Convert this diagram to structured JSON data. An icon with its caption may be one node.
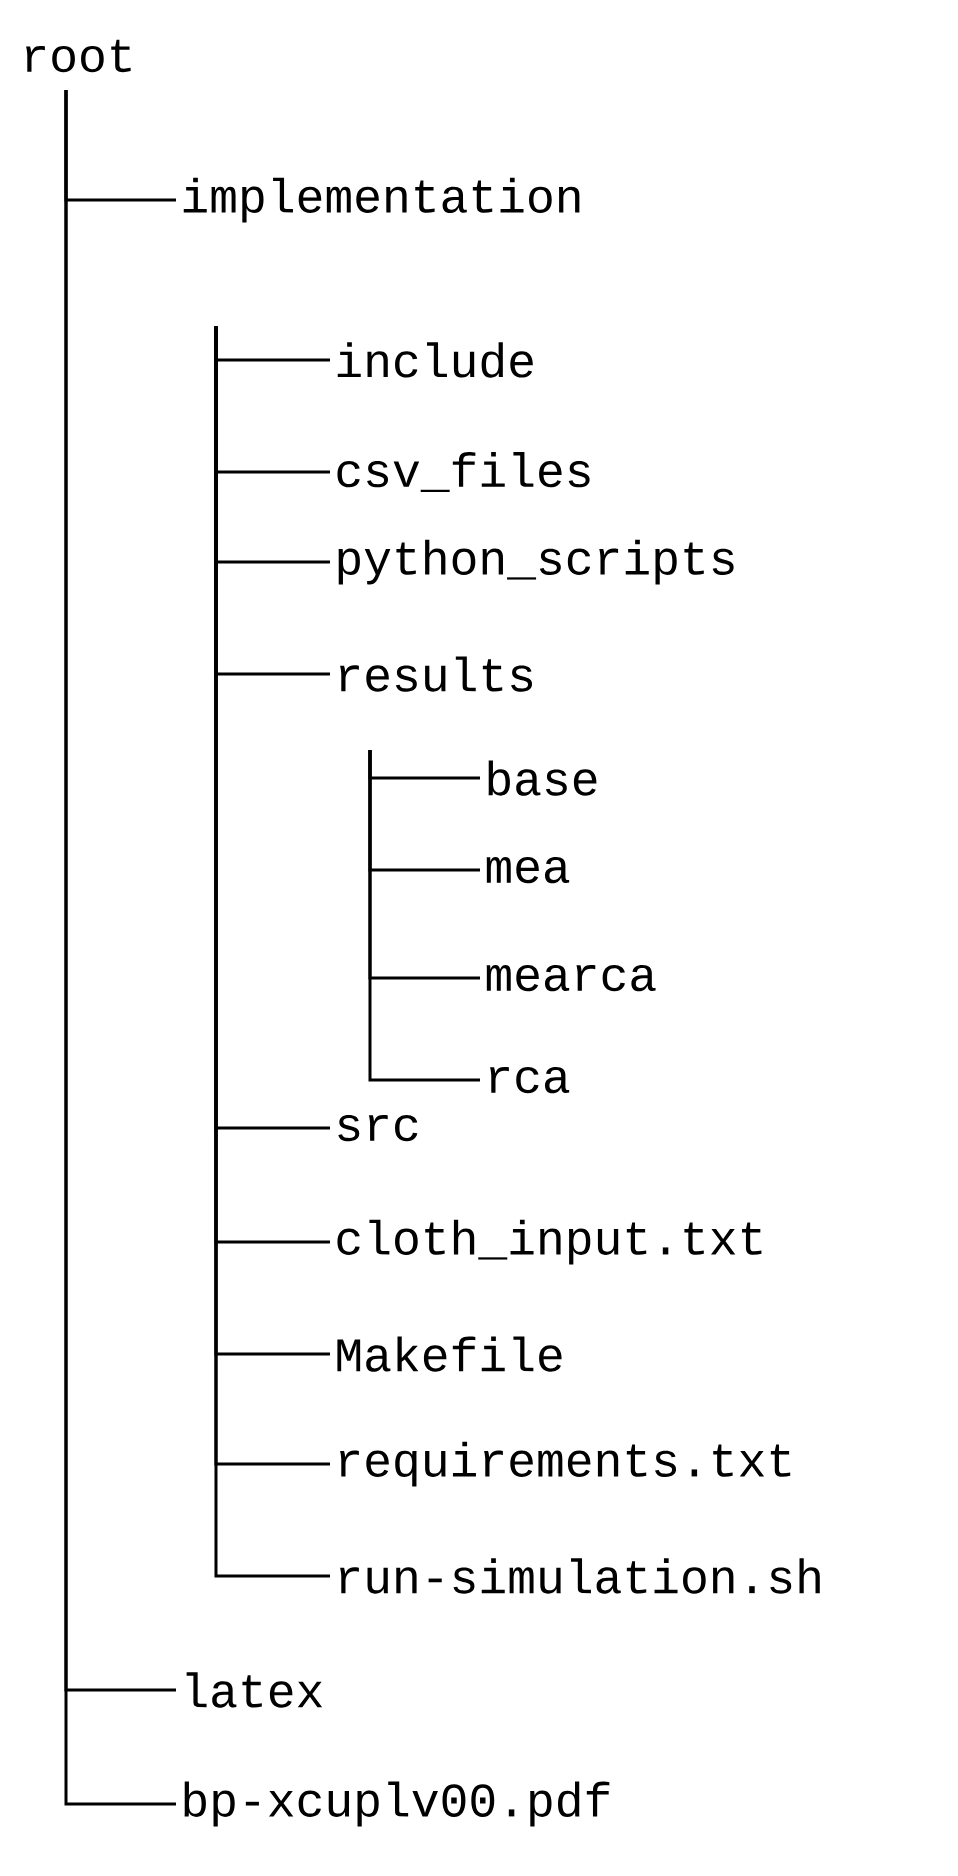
{
  "diagram": {
    "nodes": [
      {
        "text": [
          "root"
        ]
      },
      {
        "text": [
          "implementation"
        ]
      },
      {
        "text": [
          "include"
        ]
      },
      {
        "text": [
          "csv_files"
        ]
      },
      {
        "text": [
          "python_scripts"
        ]
      },
      {
        "text": [
          "results"
        ]
      },
      {
        "text": [
          "base"
        ]
      },
      {
        "text": [
          "mea"
        ]
      },
      {
        "text": [
          "mearca"
        ]
      },
      {
        "text": [
          "rca"
        ]
      },
      {
        "text": [
          "src"
        ]
      },
      {
        "text": [
          "cloth_input.txt"
        ]
      },
      {
        "text": [
          "Makefile"
        ]
      },
      {
        "text": [
          "requirements.txt"
        ]
      },
      {
        "text": [
          "run-simulation.sh"
        ]
      },
      {
        "text": [
          "latex"
        ]
      },
      {
        "text": [
          "bp-xcuplv00.pdf"
        ]
      }
    ],
    "edges": [
      {
        "from": 0,
        "to": 1,
        "arrow": "none"
      },
      {
        "from": 1,
        "to": 2,
        "arrow": "none"
      },
      {
        "from": 1,
        "to": 3,
        "arrow": "none"
      },
      {
        "from": 1,
        "to": 4,
        "arrow": "none"
      },
      {
        "from": 1,
        "to": 5,
        "arrow": "none"
      },
      {
        "from": 5,
        "to": 6,
        "arrow": "none"
      },
      {
        "from": 5,
        "to": 7,
        "arrow": "none"
      },
      {
        "from": 5,
        "to": 8,
        "arrow": "none"
      },
      {
        "from": 5,
        "to": 9,
        "arrow": "none"
      },
      {
        "from": 1,
        "to": 10,
        "arrow": "none"
      },
      {
        "from": 1,
        "to": 11,
        "arrow": "none"
      },
      {
        "from": 1,
        "to": 12,
        "arrow": "none"
      },
      {
        "from": 1,
        "to": 13,
        "arrow": "none"
      },
      {
        "from": 1,
        "to": 14,
        "arrow": "none"
      },
      {
        "from": 0,
        "to": 15,
        "arrow": "none"
      },
      {
        "from": 0,
        "to": 16,
        "arrow": "none"
      }
    ]
  }
}
